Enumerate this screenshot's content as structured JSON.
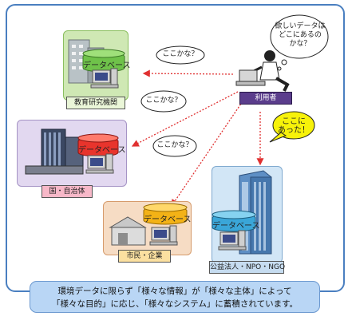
{
  "nodes": {
    "research": {
      "caption": "教育研究機関",
      "db_label": "データベース"
    },
    "government": {
      "caption": "国・自治体",
      "db_label": "データベース"
    },
    "citizens": {
      "caption": "市民・企業",
      "db_label": "データベース"
    },
    "public_org": {
      "caption": "公益法人・NPO・NGO",
      "db_label": "データベース"
    },
    "user": {
      "caption": "利用者"
    }
  },
  "bubbles": {
    "user_thought": "欲しいデータは\nどこにあるの\nかな？",
    "found": "ここに\nあった！",
    "q1": "ここかな？",
    "q2": "ここかな？",
    "q3": "ここかな？"
  },
  "footer": {
    "line1": "環境データに限らず「様々な情報」が「様々な主体」によって",
    "line2": "「様々な目的」に応じ、「様々なシステム」に蓄積されています。"
  },
  "colors": {
    "frame": "#4a7fc0",
    "arrow": "#e03030",
    "green_card": "#cfe8b4",
    "purple_card": "#e2d8f0",
    "orange_card": "#f6dcc4",
    "blue_card": "#d2e6f6",
    "found_bubble": "#f7f20a"
  }
}
